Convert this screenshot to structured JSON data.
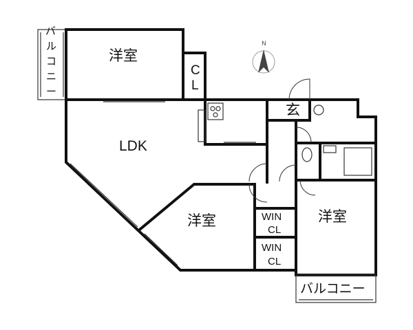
{
  "rooms": {
    "western_room_top": "洋室",
    "closet_top_line1": "C",
    "closet_top_line2": "L",
    "ldk": "LDK",
    "entrance": "玄",
    "western_room_middle": "洋室",
    "western_room_right": "洋室",
    "walk_in_closet_1_line1": "WIN",
    "walk_in_closet_1_line2": "CL",
    "walk_in_closet_2_line1": "WIN",
    "walk_in_closet_2_line2": "CL"
  },
  "balconies": {
    "left_chars": [
      "バ",
      "ル",
      "コ",
      "ニ",
      "ー"
    ],
    "bottom": "バルコニー"
  },
  "compass": {
    "north_label": "N"
  }
}
